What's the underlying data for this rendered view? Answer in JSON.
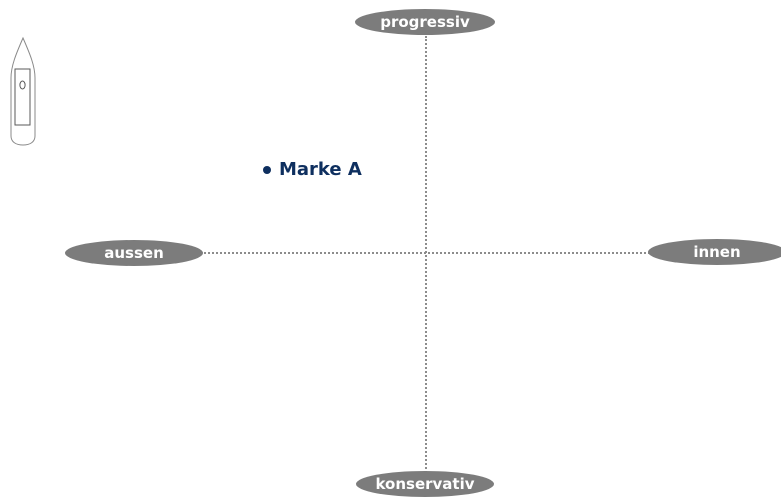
{
  "axes": {
    "top_label": "progressiv",
    "bottom_label": "konservativ",
    "left_label": "aussen",
    "right_label": "innen"
  },
  "points": [
    {
      "label": "Marke A"
    }
  ],
  "colors": {
    "pill_fill": "#7c7c7c",
    "pill_text": "#ffffff",
    "axis_line": "#8c8c8c",
    "marker": "#0e2f5f"
  },
  "icons": {
    "corner": "boat-icon"
  }
}
